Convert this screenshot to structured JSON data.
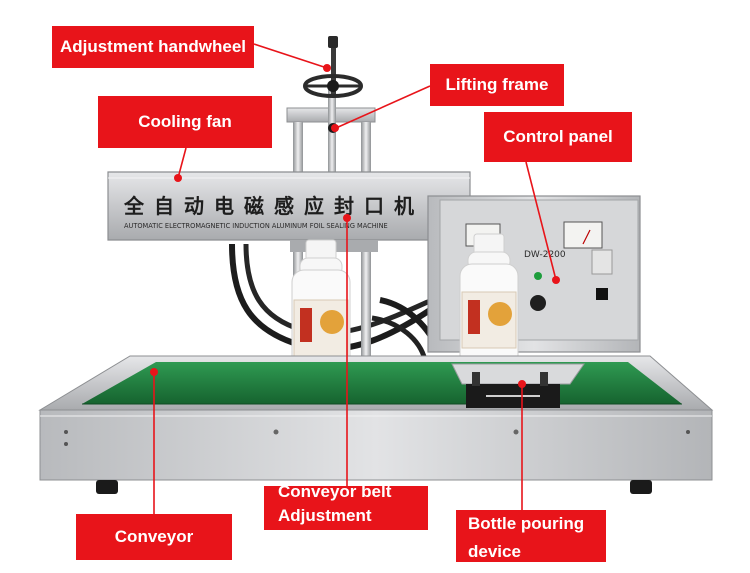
{
  "labels": {
    "adjustment_handwheel": "Adjustment handwheel",
    "lifting_frame": "Lifting frame",
    "cooling_fan": "Cooling fan",
    "control_panel": "Control panel",
    "conveyor_belt_line1": "Conveyor belt",
    "conveyor_belt_line2": "Adjustment",
    "conveyor": "Conveyor",
    "bottle_pouring_line1": "Bottle pouring",
    "bottle_pouring_line2": "device"
  },
  "machine": {
    "head_title": "全自动电磁感应封口机",
    "head_subtitle": "AUTOMATIC ELECTROMAGNETIC INDUCTION ALUMINUM FOIL SEALING MACHINE",
    "model": "DW-2200"
  },
  "colors": {
    "label_bg": "#e8141a",
    "label_text": "#ffffff",
    "belt": "#1f7a3c",
    "steel": "#c9cacc"
  }
}
